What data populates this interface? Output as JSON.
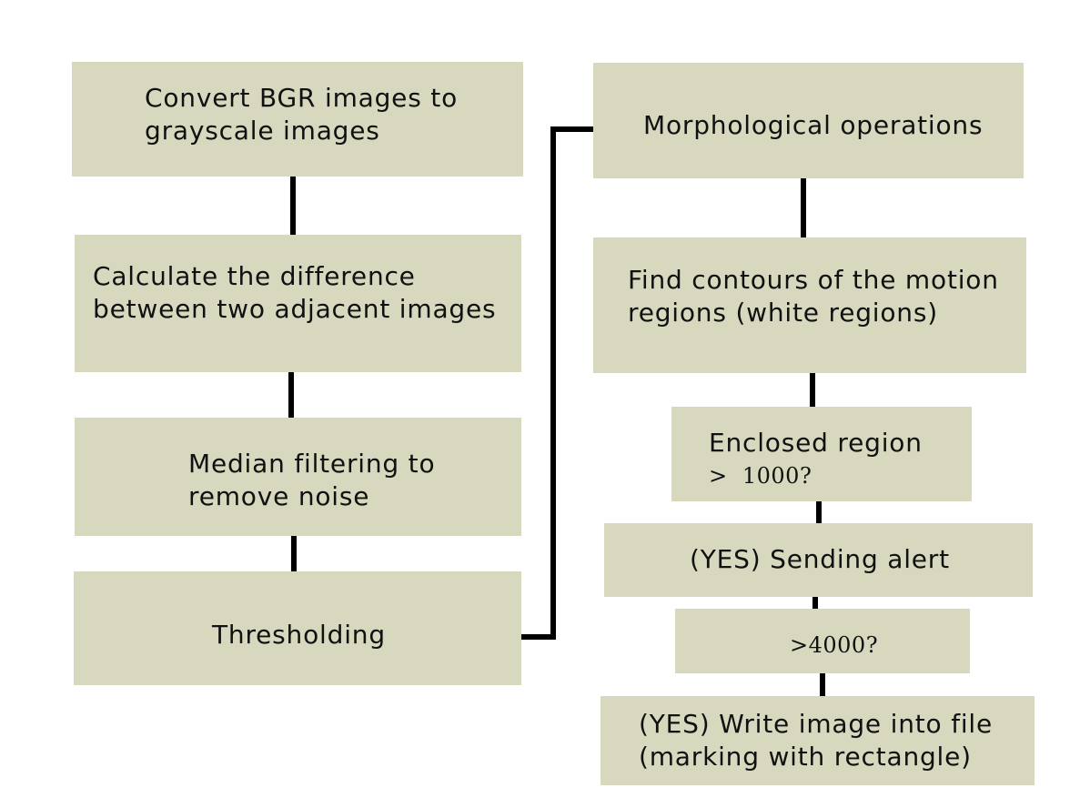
{
  "flowchart": {
    "left_column": [
      {
        "id": "convert",
        "lines": [
          "Convert BGR images to",
          "grayscale images"
        ]
      },
      {
        "id": "difference",
        "lines": [
          "Calculate the difference",
          "between two adjacent images"
        ]
      },
      {
        "id": "median",
        "lines": [
          "Median filtering to",
          "remove noise"
        ]
      },
      {
        "id": "threshold",
        "lines": [
          "Thresholding"
        ]
      }
    ],
    "right_column": [
      {
        "id": "morph",
        "lines": [
          "Morphological operations"
        ]
      },
      {
        "id": "contours",
        "lines": [
          "Find contours of the motion",
          "regions (white regions)"
        ]
      },
      {
        "id": "enclosed",
        "lines": [
          "Enclosed region"
        ],
        "condition": ">  1000?"
      },
      {
        "id": "alert",
        "lines": [
          "(YES) Sending alert"
        ]
      },
      {
        "id": "check4000",
        "condition": ">4000?"
      },
      {
        "id": "write",
        "lines": [
          "(YES) Write image into file",
          "(marking with rectangle)"
        ]
      }
    ]
  }
}
